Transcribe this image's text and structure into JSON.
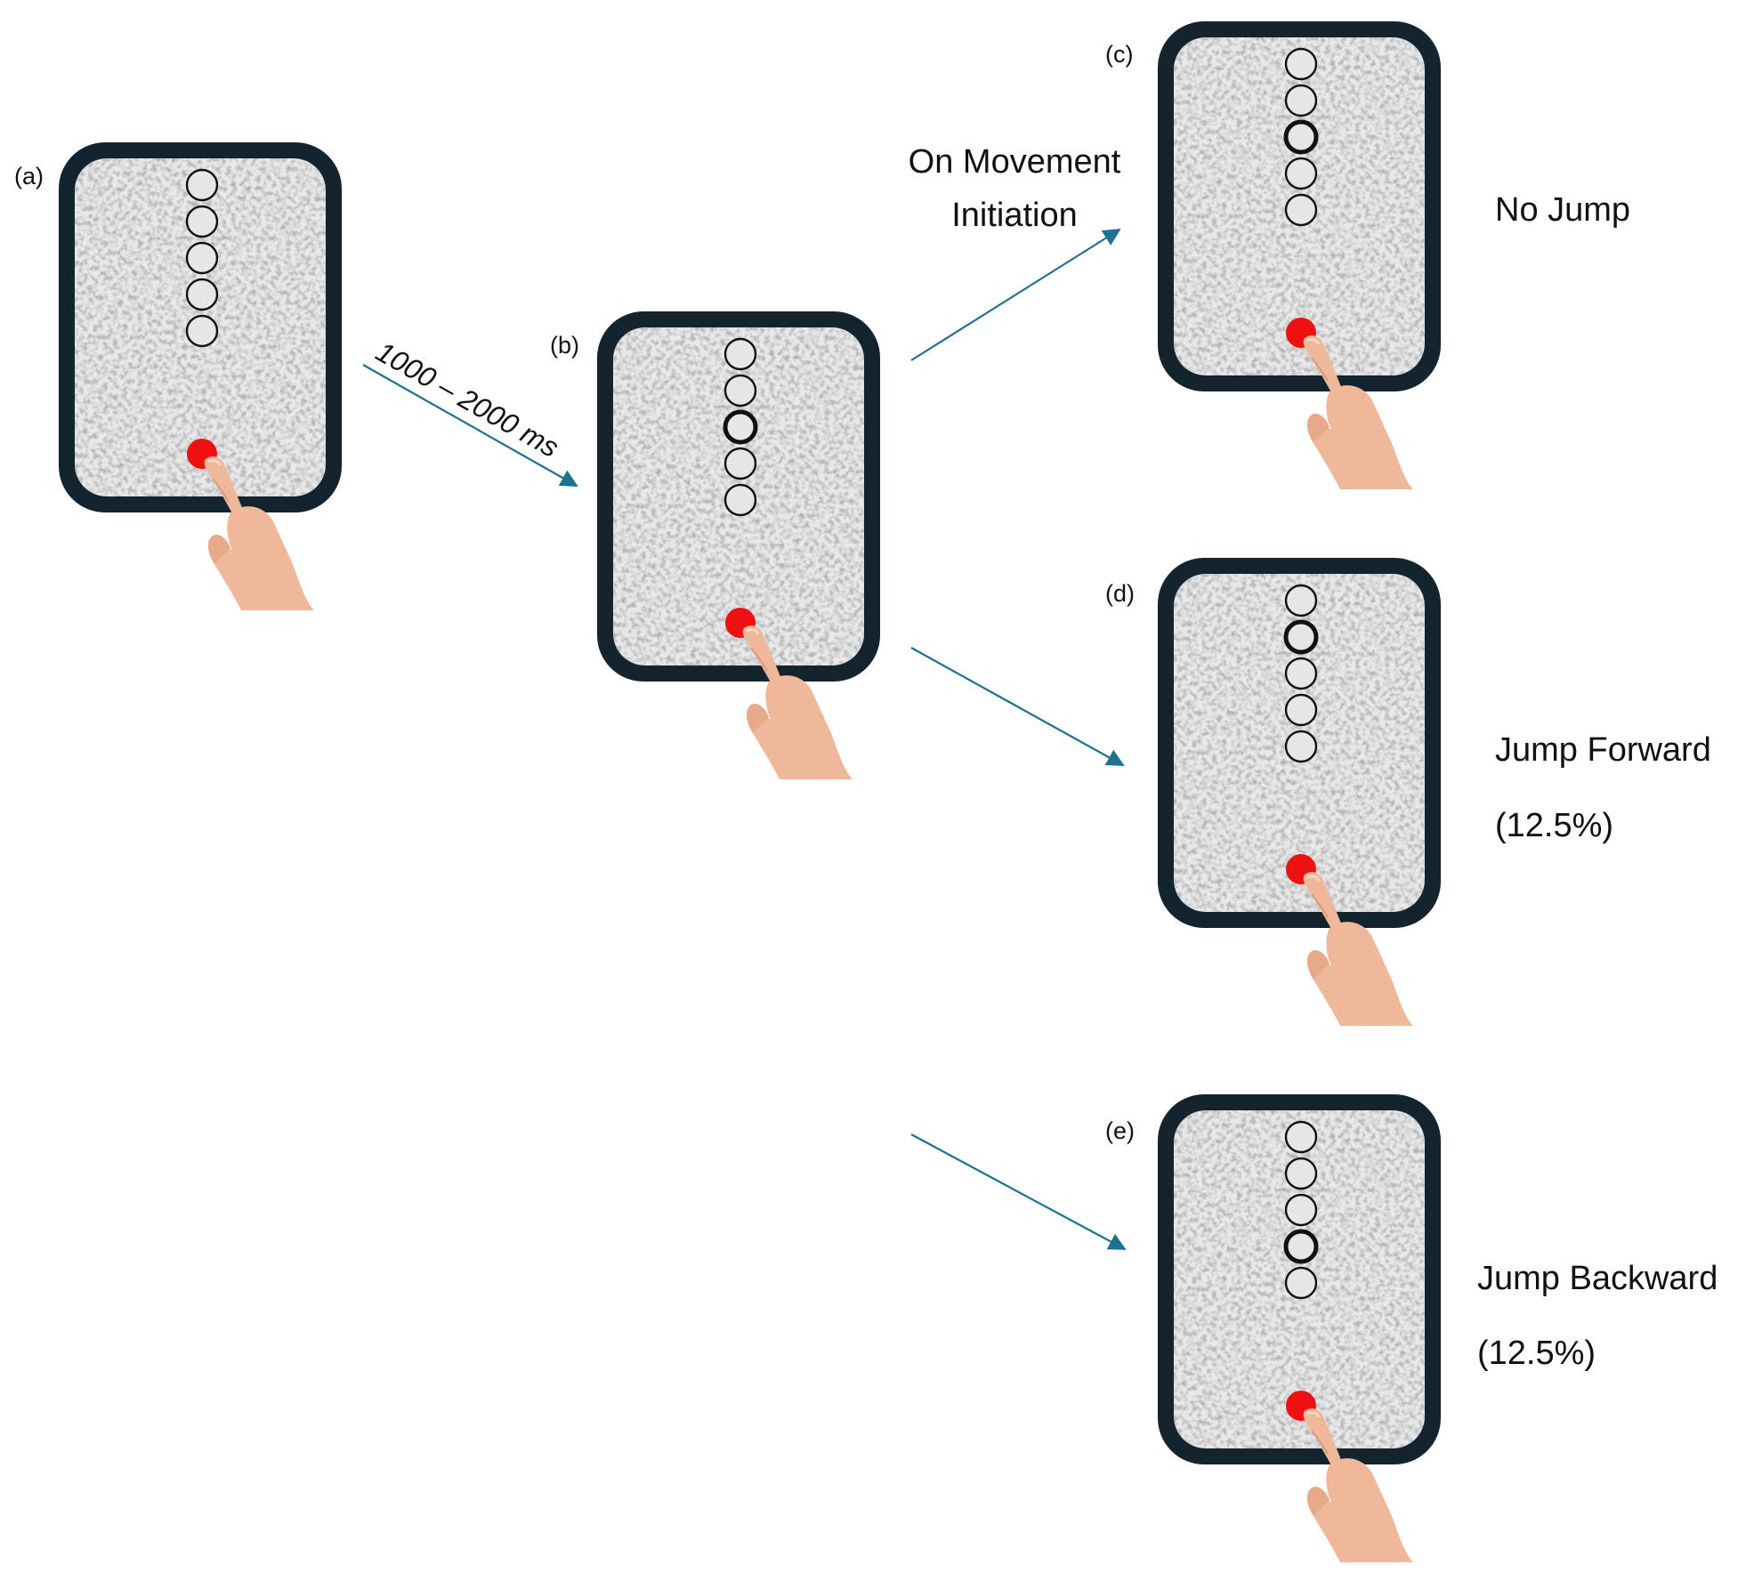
{
  "colors": {
    "frame": "#14242f",
    "screen_noise_base": "#e8e8e8",
    "target_fill": "#e6e6e6",
    "target_stroke": "#111111",
    "start_dot": "#ee1111",
    "arrow": "#1c7290",
    "skin": "#efb89a"
  },
  "labels": {
    "a": "(a)",
    "b": "(b)",
    "c": "(c)",
    "d": "(d)",
    "e": "(e)"
  },
  "timing_text": "1000 – 2000 ms",
  "movement_label": {
    "line1": "On Movement",
    "line2": "Initiation"
  },
  "outcomes": {
    "no_jump": "No Jump",
    "forward": "Jump Forward",
    "forward_pct": "(12.5%)",
    "backward": "Jump Backward",
    "backward_pct": "(12.5%)"
  },
  "panels": [
    {
      "id": "a",
      "highlighted_target": null
    },
    {
      "id": "b",
      "highlighted_target": 3
    },
    {
      "id": "c",
      "highlighted_target": 3
    },
    {
      "id": "d",
      "highlighted_target": 2
    },
    {
      "id": "e",
      "highlighted_target": 4
    }
  ]
}
